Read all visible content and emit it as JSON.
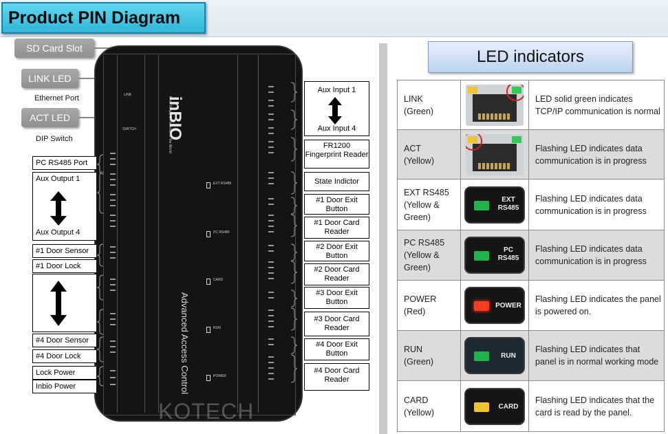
{
  "header": {
    "title": "Product PIN Diagram"
  },
  "callouts": {
    "sd_card": "SD Card Slot",
    "link_led": "LINK LED",
    "ethernet": "Ethernet Port",
    "act_led": "ACT LED",
    "dip": "DIP Switch"
  },
  "device": {
    "logo": "inBIO",
    "tagline": "Most Simply & Powerful for the World",
    "product": "Advanced Access Control",
    "link": "LINK",
    "switch": "SWITCH",
    "watermark": "KOTECH",
    "leds": [
      "EXT RS485",
      "PC RS485",
      "CARD",
      "RUN",
      "POWER"
    ]
  },
  "left_boxes": {
    "pc_rs485": "PC RS485 Port",
    "aux_out_top": "Aux Output 1",
    "aux_out_bottom": "Aux Output 4",
    "door1_sensor": "#1 Door Sensor",
    "door1_lock": "#1 Door Lock",
    "door4_sensor": "#4 Door Sensor",
    "door4_lock": "#4 Door Lock",
    "lock_power": "Lock Power",
    "inbio_power": "Inbio Power"
  },
  "right_boxes": {
    "aux_in_top": "Aux Input 1",
    "aux_in_bottom": "Aux Input 4",
    "fingerprint": "FR1200 Fingerprint Reader",
    "state": "State Indictor",
    "d1_exit": "#1 Door Exit Button",
    "d1_card": "#1 Door Card Reader",
    "d2_exit": "#2 Door Exit Button",
    "d2_card": "#2 Door Card Reader",
    "d3_exit": "#3 Door Exit Button",
    "d3_card": "#3 Door Card Reader",
    "d4_exit": "#4 Door Exit Button",
    "d4_card": "#4 Door Card Reader"
  },
  "led_table": {
    "title": "LED indicators",
    "rows": [
      {
        "name": "LINK",
        "color": "(Green)",
        "desc": "LED solid green indicates TCP/IP communication is normal",
        "img": "rj45-link",
        "lamp": "#34c759"
      },
      {
        "name": "ACT",
        "color": "(Yellow)",
        "desc": "Flashing LED indicates data communication is in progress",
        "img": "rj45-act",
        "lamp": "#f1c232"
      },
      {
        "name": "EXT RS485",
        "color": "(Yellow & Green)",
        "desc": "Flashing LED indicates data communication is in progress",
        "img": "pill",
        "lamp": "#21b24b",
        "label1": "EXT",
        "label2": "RS485"
      },
      {
        "name": "PC RS485",
        "color": "(Yellow & Green)",
        "desc": "Flashing LED indicates data communication is in progress",
        "img": "pill",
        "lamp": "#21b24b",
        "label1": "PC",
        "label2": "RS485"
      },
      {
        "name": "POWER",
        "color": "(Red)",
        "desc": "Flashing LED indicates the panel is powered on.",
        "img": "pill",
        "lamp": "#ff3b1f",
        "label1": "POWER"
      },
      {
        "name": "RUN",
        "color": "(Green)",
        "desc": "Flashing LED indicates that panel is in normal working mode",
        "img": "pill",
        "lamp": "#21b24b",
        "label1": "RUN"
      },
      {
        "name": "CARD",
        "color": "(Yellow)",
        "desc": "Flashing LED indicates that the card is read by the panel.",
        "img": "pill",
        "lamp": "#f1c232",
        "label1": "CARD"
      }
    ]
  }
}
